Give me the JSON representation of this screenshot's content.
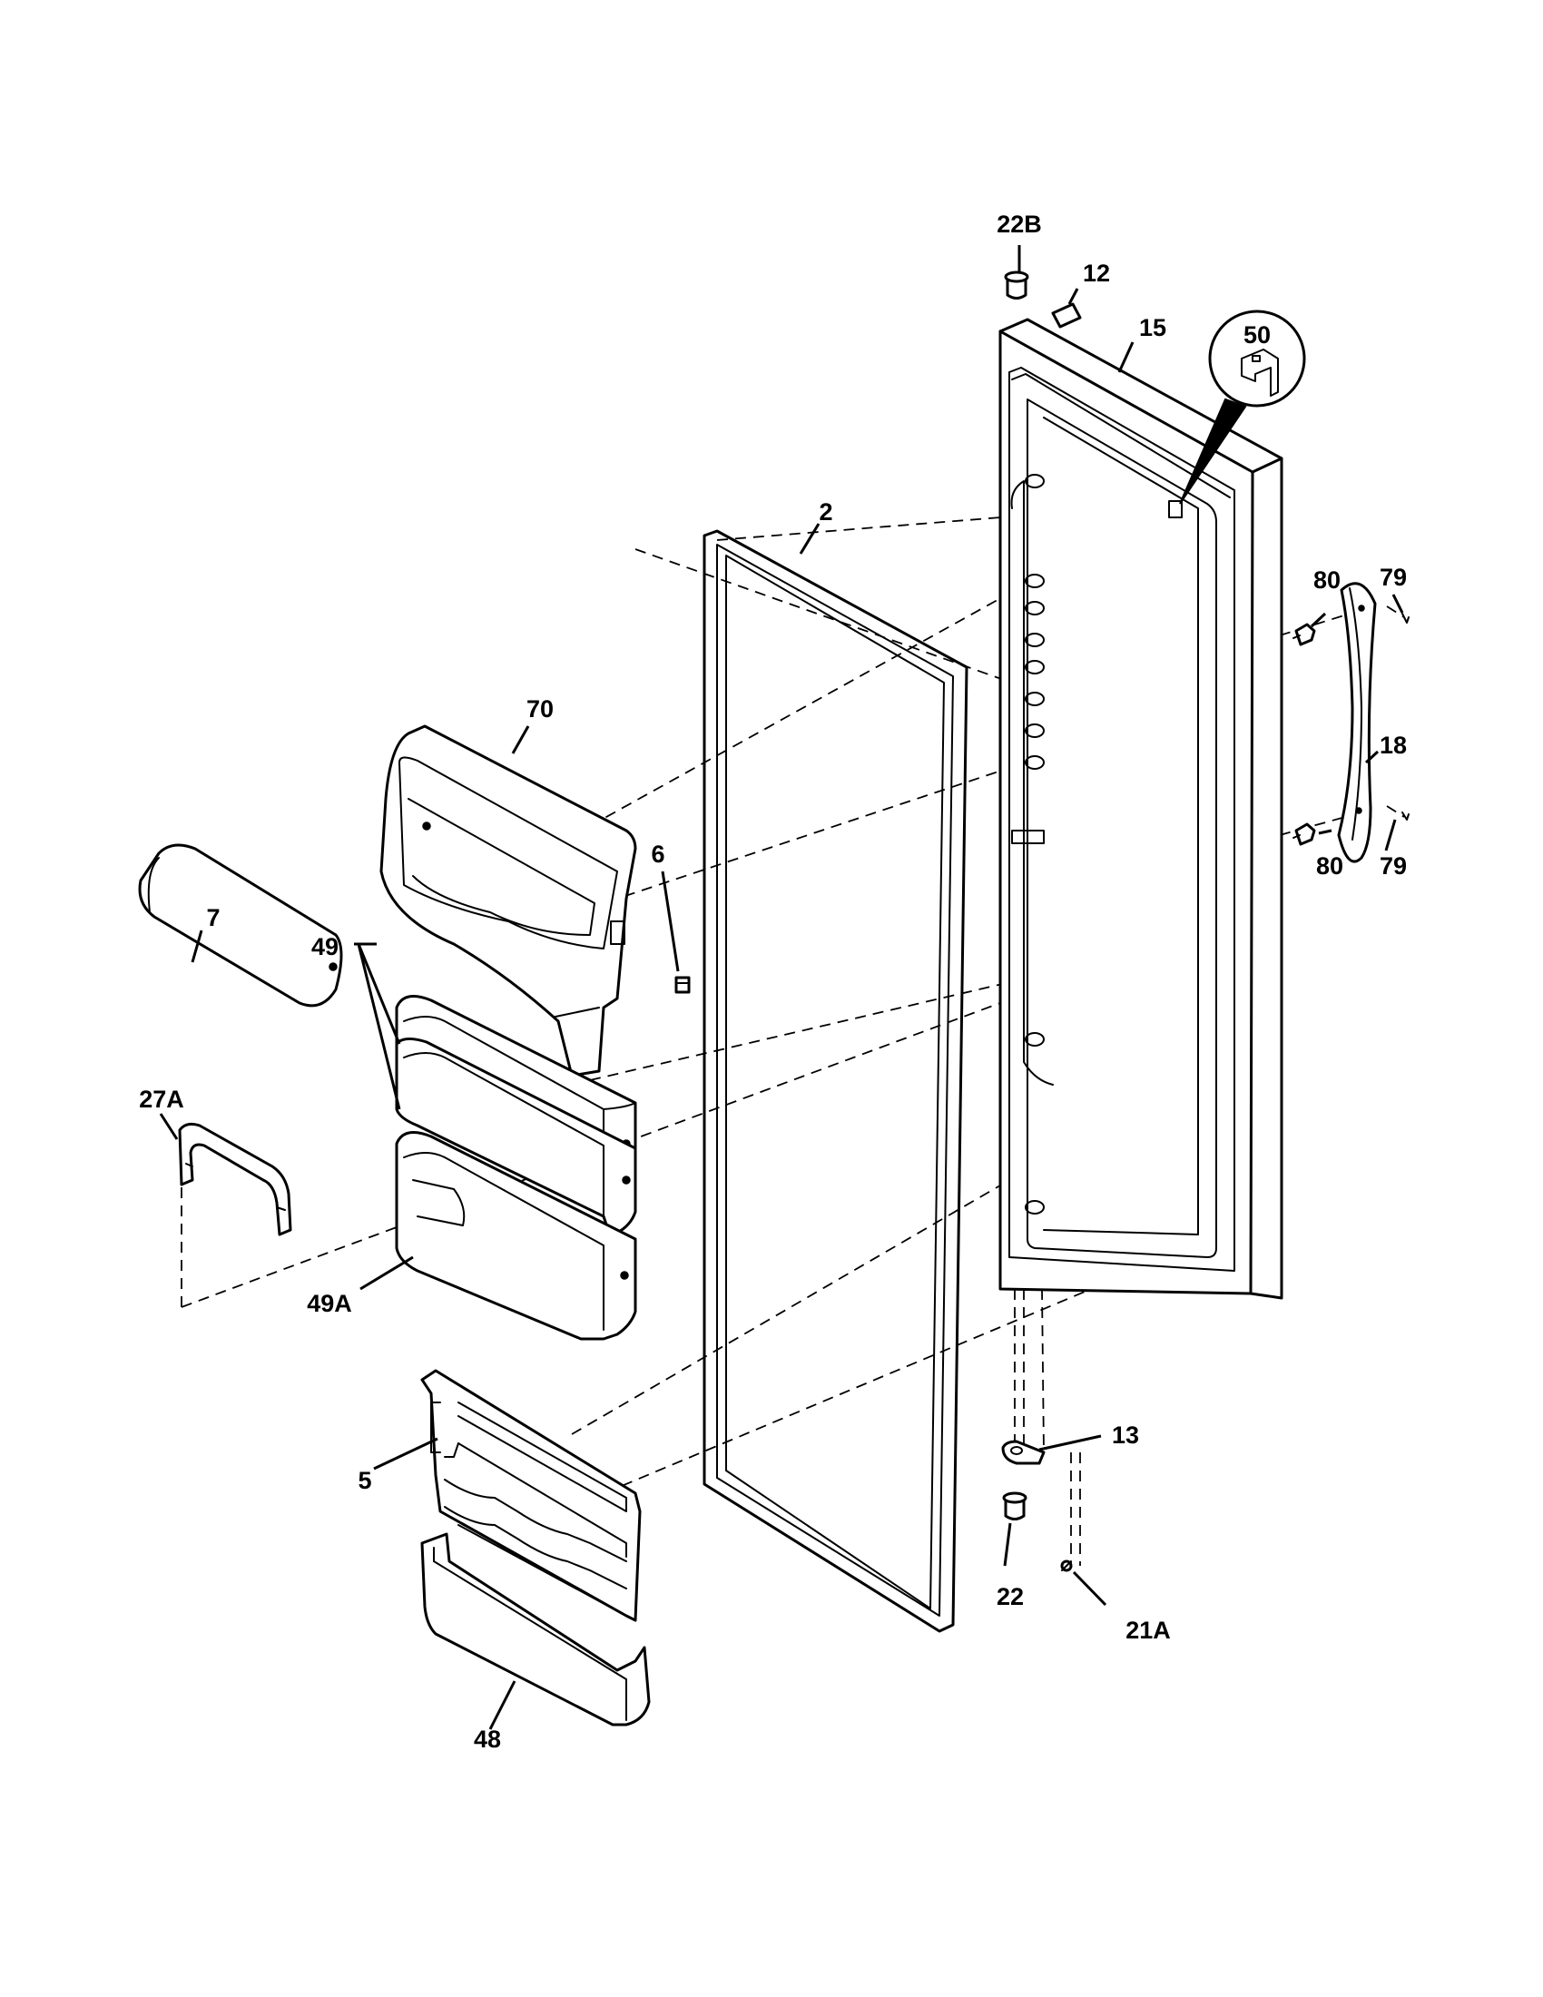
{
  "callouts": {
    "c22B": "22B",
    "c12": "12",
    "c15": "15",
    "c50": "50",
    "c2": "2",
    "c80a": "80",
    "c79a": "79",
    "c18": "18",
    "c70": "70",
    "c6": "6",
    "c7": "7",
    "c49": "49",
    "c27A": "27A",
    "c80b": "80",
    "c79b": "79",
    "c49A": "49A",
    "c13": "13",
    "c5": "5",
    "c22": "22",
    "c21A": "21A",
    "c48": "48"
  }
}
